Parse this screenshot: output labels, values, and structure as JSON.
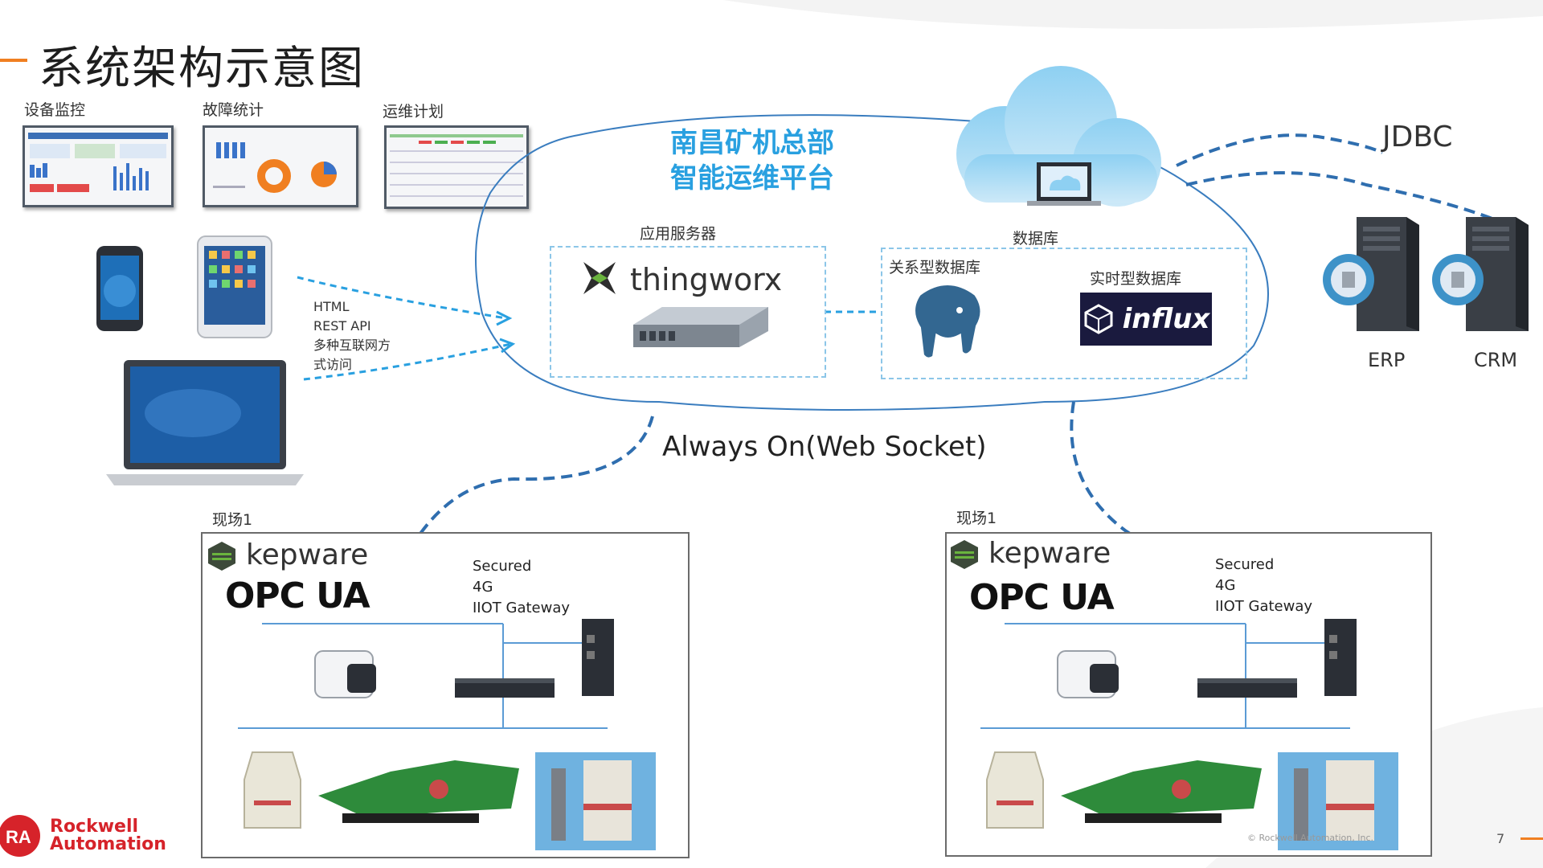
{
  "title": "系统架构示意图",
  "dashboards": [
    {
      "label": "设备监控"
    },
    {
      "label": "故障统计"
    },
    {
      "label": "运维计划"
    }
  ],
  "access": {
    "lines": [
      "HTML",
      "REST API",
      "多种互联网方",
      "式访问"
    ]
  },
  "platform": {
    "title_line1": "南昌矿机总部",
    "title_line2": "智能运维平台",
    "app_server_label": "应用服务器",
    "app_brand": "thingworx",
    "database_label": "数据库",
    "relational_db_label": "关系型数据库",
    "realtime_db_label": "实时型数据库",
    "realtime_brand": "influx"
  },
  "websocket_label": "Always On(Web Socket)",
  "jdbc_label": "JDBC",
  "enterprise": [
    {
      "label": "ERP"
    },
    {
      "label": "CRM"
    }
  ],
  "sites": [
    {
      "label": "现场1",
      "kepware": "kepware",
      "opc": "OPC UA",
      "gateway_lines": [
        "Secured",
        "4G",
        "IIOT Gateway"
      ]
    },
    {
      "label": "现场1",
      "kepware": "kepware",
      "opc": "OPC UA",
      "gateway_lines": [
        "Secured",
        "4G",
        "IIOT Gateway"
      ]
    }
  ],
  "footer": {
    "brand_line1": "Rockwell",
    "brand_line2": "Automation",
    "copyright": "© Rockwell Automation, Inc.",
    "page_number": "7"
  },
  "colors": {
    "accent_orange": "#f07f21",
    "cloud_blue": "#29a0e0",
    "dash_blue": "#2f6eaf",
    "rockwell_red": "#d6232a"
  }
}
